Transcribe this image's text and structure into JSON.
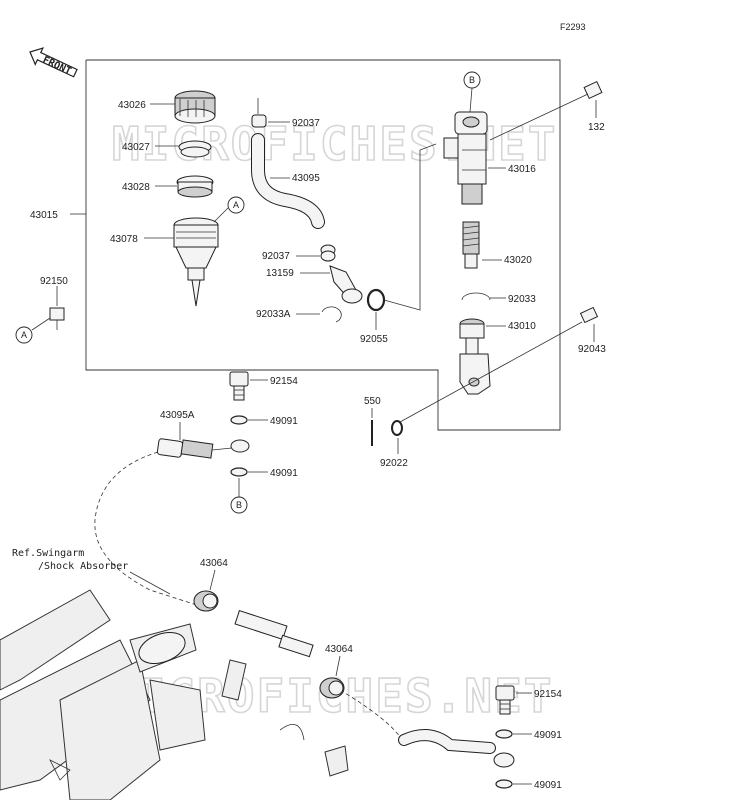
{
  "figure_code": "F2293",
  "front_label": "FRONT",
  "ref_note": {
    "line1": "Ref.Swingarm",
    "line2": "/Shock Absorber"
  },
  "watermark": "MICROFICHES.NET",
  "callouts": {
    "A": "A",
    "B": "B"
  },
  "part_numbers": {
    "p43026": "43026",
    "p43027": "43027",
    "p43028": "43028",
    "p43078": "43078",
    "p43015": "43015",
    "p92150": "92150",
    "p92037a": "92037",
    "p43095": "43095",
    "p92037b": "92037",
    "p13159": "13159",
    "p92033A": "92033A",
    "p92055": "92055",
    "p43016": "43016",
    "p132": "132",
    "p43020": "43020",
    "p92033": "92033",
    "p43010": "43010",
    "p92043": "92043",
    "p92154a": "92154",
    "p49091a": "49091",
    "p43095A": "43095A",
    "p49091b": "49091",
    "p550": "550",
    "p92022": "92022",
    "p43064a": "43064",
    "p43064b": "43064",
    "p92154b": "92154",
    "p49091c": "49091",
    "p49091d": "49091"
  }
}
